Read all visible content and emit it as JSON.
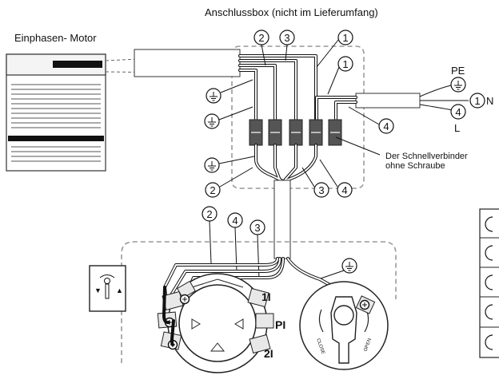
{
  "title": "Anschlussbox (nicht im Lieferumfang)",
  "motor_label": "Einphasen- Motor",
  "connector_note": [
    "Der Schnellverbinder",
    "ohne Schraube"
  ],
  "mains_labels": {
    "pe": "PE",
    "n": "N",
    "l": "L"
  },
  "wire_numbers": {
    "one": "1",
    "two": "2",
    "three": "3",
    "four": "4"
  },
  "terminal_labels": {
    "t1": "1I",
    "tp": "PI",
    "t2": "2I"
  },
  "switch_labels": {
    "left": "▼",
    "right": "▲"
  },
  "dial_labels": {
    "close": "CLOSE",
    "open": "OPEN"
  }
}
